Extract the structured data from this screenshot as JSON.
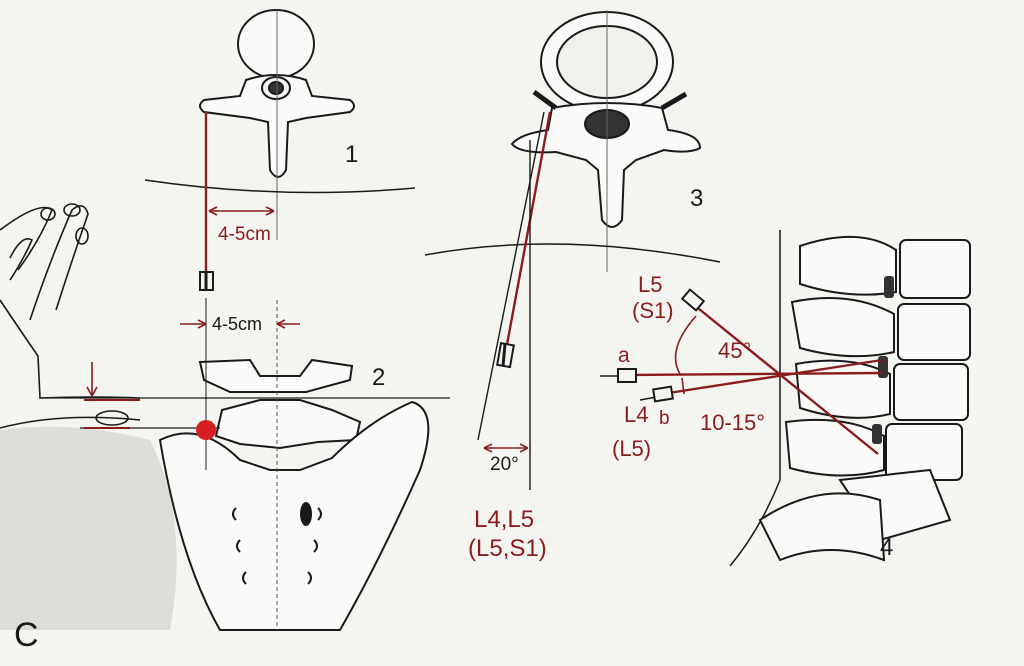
{
  "figure": {
    "panel_letter": "C",
    "colors": {
      "ink": "#1a1a1a",
      "needle_red": "#8a1c1c",
      "dot_red": "#d42020",
      "paper": "#f4f4f1",
      "shade": "#dcdcd8"
    }
  },
  "panel1": {
    "number": "1",
    "distance_label": "4-5cm"
  },
  "panel2": {
    "number": "2",
    "distance_label": "4-5cm"
  },
  "panel3": {
    "number": "3",
    "angle_label": "20°",
    "level_label_top": "L4,L5",
    "level_label_bottom": "(L5,S1)"
  },
  "panel4": {
    "number": "4",
    "label_l5": "L5",
    "label_s1": "(S1)",
    "label_a": "a",
    "label_b": "b",
    "label_l4": "L4",
    "label_l5_paren": "(L5)",
    "angle_45": "45°",
    "angle_10_15": "10-15°"
  }
}
